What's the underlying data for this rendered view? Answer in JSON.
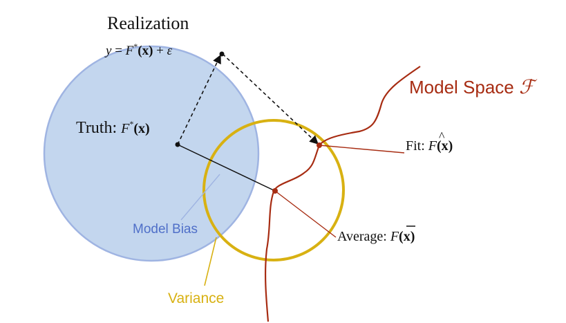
{
  "colors": {
    "truth_fill": "#c3d6ee",
    "truth_stroke": "#9fb4e2",
    "variance": "#d8b112",
    "model": "#a72c12",
    "model_bias_text": "#4f6fc8",
    "ink": "#111111"
  },
  "labels": {
    "realization_title": "Realization",
    "realization_eq_y": "y",
    "realization_eq_eq": " = ",
    "realization_eq_F": "F",
    "realization_eq_star": "*",
    "realization_eq_arg": "(x)",
    "realization_eq_plus": " + ",
    "realization_eq_eps": "ε",
    "truth_text": "Truth: ",
    "truth_F": "F",
    "truth_star": "*",
    "truth_arg": "(x)",
    "fit_text": "Fit: ",
    "fit_F": "F",
    "fit_hat": "^",
    "fit_arg": "(x)",
    "average_text": "Average: ",
    "average_F": "F",
    "average_arg": "(x)",
    "model_space": "Model Space ",
    "model_space_symbol": "ℱ",
    "model_bias": "Model Bias",
    "variance": "Variance"
  }
}
